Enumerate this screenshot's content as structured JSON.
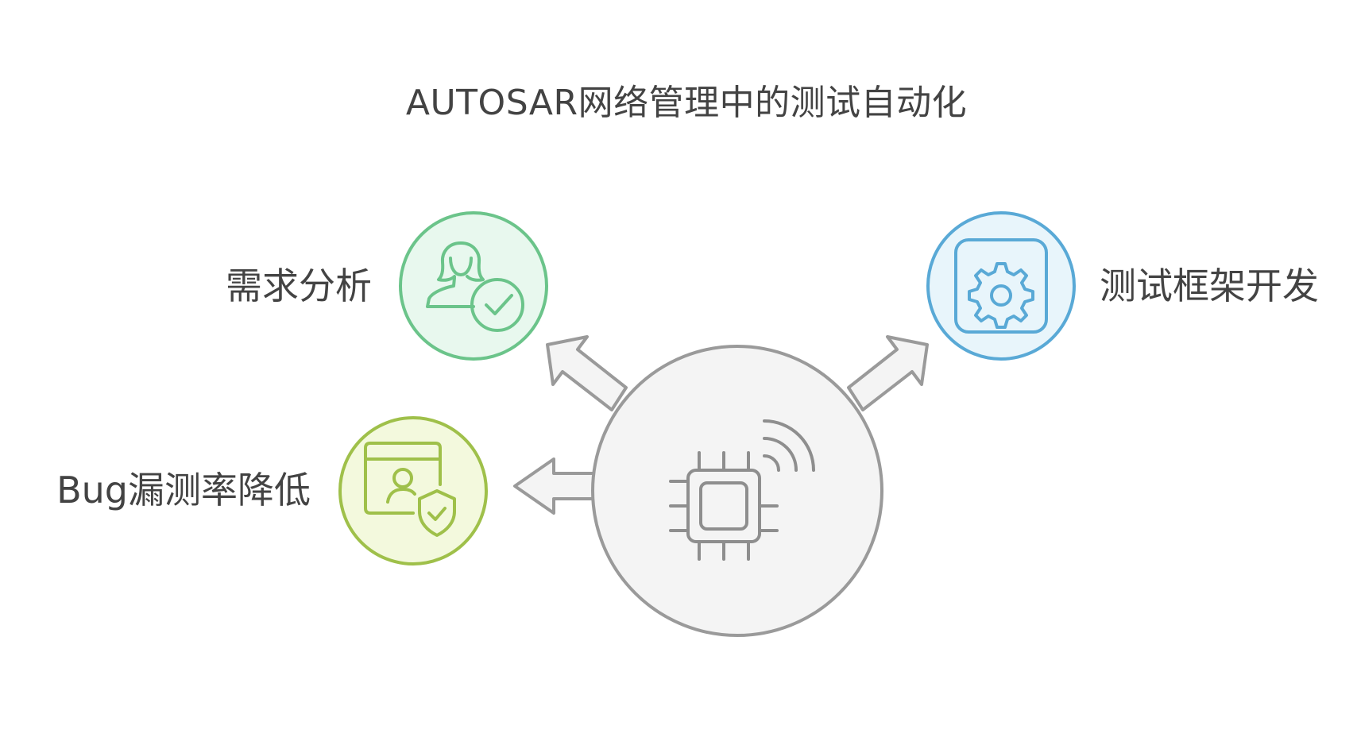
{
  "title": "AUTOSAR网络管理中的测试自动化",
  "hub": {
    "icon": "chip-wireless-icon",
    "color": "#8e8e8e",
    "fill": "#f4f4f4"
  },
  "nodes": [
    {
      "id": "requirements",
      "label": "需求分析",
      "icon": "user-check-icon",
      "stroke": "#6bc48a",
      "fill": "#e8f8ee"
    },
    {
      "id": "framework",
      "label": "测试框架开发",
      "icon": "gear-icon",
      "stroke": "#59a9d6",
      "fill": "#e8f5fb"
    },
    {
      "id": "bug-rate",
      "label": "Bug漏测率降低",
      "icon": "user-shield-icon",
      "stroke": "#9fc04a",
      "fill": "#f3f9dd"
    }
  ]
}
